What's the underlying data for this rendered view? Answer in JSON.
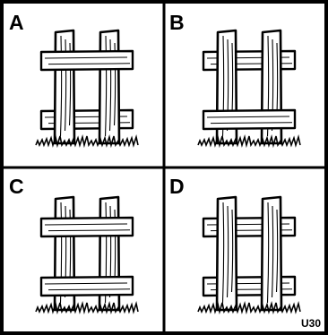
{
  "panels": [
    {
      "label": "A"
    },
    {
      "label": "B"
    },
    {
      "label": "C"
    },
    {
      "label": "D"
    }
  ],
  "code": "U30"
}
